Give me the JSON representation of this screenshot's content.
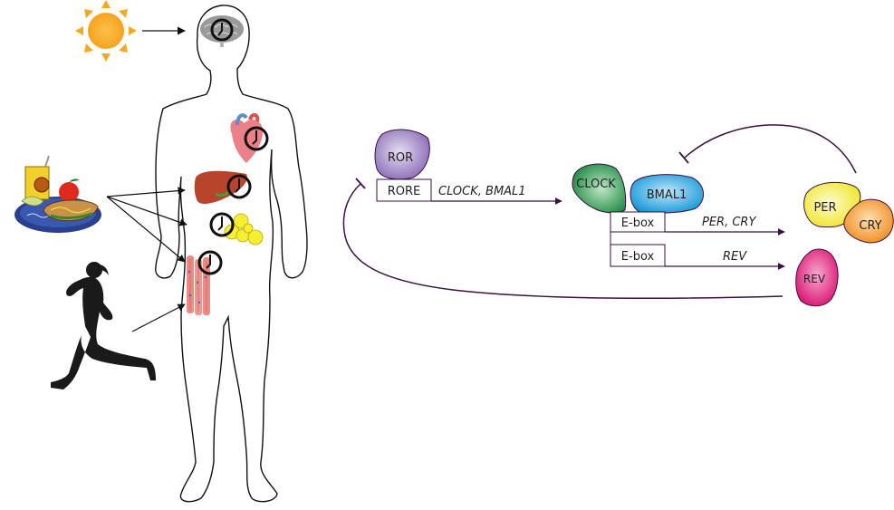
{
  "title": "Circadian clocks in the body and the core molecular clock loop",
  "colors": {
    "line": "#3a1040",
    "sun": "#f7a823",
    "ror": "#9b7fc0",
    "clock": "#27924a",
    "bmal1": "#1fa0dc",
    "per": "#f3ec3a",
    "cry": "#f39a2c",
    "rev": "#e0197f",
    "brain": "#8f8f8f",
    "heart": "#e9747a",
    "liver": "#b8442b",
    "fat": "#f6ee32",
    "muscle": "#eb8b84",
    "runner": "#1a1a1a"
  },
  "body_panel": {
    "inputs": [
      {
        "name": "sunlight",
        "icon": "sun-icon",
        "targets": [
          "brain"
        ]
      },
      {
        "name": "food",
        "icon": "food-plate-icon",
        "targets": [
          "liver",
          "adipose",
          "muscle"
        ]
      },
      {
        "name": "exercise",
        "icon": "runner-icon",
        "targets": [
          "muscle"
        ]
      }
    ],
    "organs_with_clocks": [
      "brain",
      "heart",
      "liver",
      "adipose",
      "muscle"
    ]
  },
  "clock_loop": {
    "proteins": {
      "ror": "ROR",
      "clock": "CLOCK",
      "bmal1": "BMAL1",
      "per": "PER",
      "cry": "CRY",
      "rev": "REV"
    },
    "elements": {
      "rore": "RORE",
      "ebox1": "E-box",
      "ebox2": "E-box"
    },
    "genes": {
      "clock_bmal1": "CLOCK, BMAL1",
      "per_cry": "PER, CRY",
      "rev": "REV"
    },
    "relations": [
      {
        "from": "ROR",
        "to": "CLOCK, BMAL1",
        "type": "activates"
      },
      {
        "from": "CLOCK/BMAL1",
        "to": "PER, CRY",
        "type": "activates"
      },
      {
        "from": "CLOCK/BMAL1",
        "to": "REV",
        "type": "activates"
      },
      {
        "from": "PER/CRY",
        "to": "CLOCK/BMAL1",
        "type": "inhibits"
      },
      {
        "from": "REV",
        "to": "RORE",
        "type": "inhibits"
      }
    ]
  }
}
